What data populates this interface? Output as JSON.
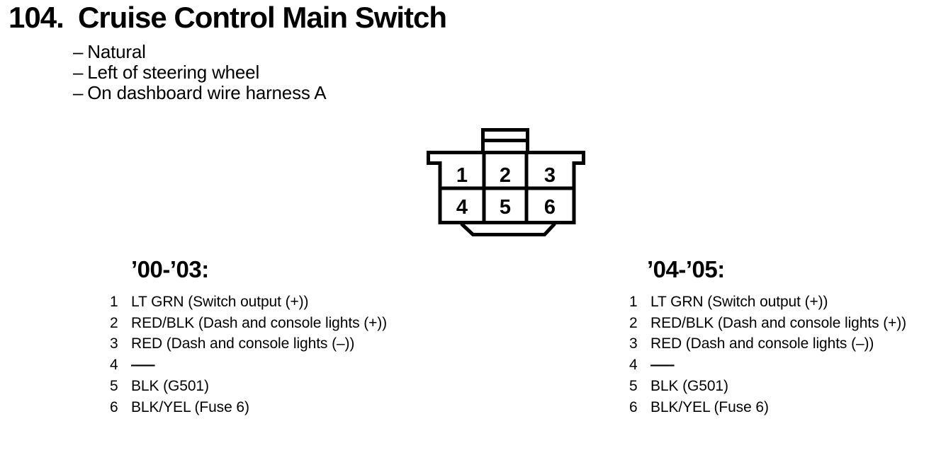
{
  "colors": {
    "ink": "#000000",
    "background": "#ffffff"
  },
  "header": {
    "number": "104.",
    "title": "Cruise Control Main Switch",
    "note_bullet": "–",
    "notes": [
      "Natural",
      "Left of steering wheel",
      "On dashboard wire harness A"
    ]
  },
  "connector": {
    "pins": [
      "1",
      "2",
      "3",
      "4",
      "5",
      "6"
    ]
  },
  "columns": [
    {
      "heading": "’00-’03:",
      "pins": [
        {
          "num": "1",
          "desc": "LT GRN (Switch output (+))"
        },
        {
          "num": "2",
          "desc": "RED/BLK (Dash and console lights (+))"
        },
        {
          "num": "3",
          "desc": "RED (Dash and console lights (–))"
        },
        {
          "num": "4",
          "desc": "—"
        },
        {
          "num": "5",
          "desc": "BLK (G501)"
        },
        {
          "num": "6",
          "desc": "BLK/YEL (Fuse 6)"
        }
      ]
    },
    {
      "heading": "’04-’05:",
      "pins": [
        {
          "num": "1",
          "desc": "LT GRN (Switch output (+))"
        },
        {
          "num": "2",
          "desc": "RED/BLK (Dash and console lights (+))"
        },
        {
          "num": "3",
          "desc": "RED (Dash and console lights (–))"
        },
        {
          "num": "4",
          "desc": "—"
        },
        {
          "num": "5",
          "desc": "BLK (G501)"
        },
        {
          "num": "6",
          "desc": "BLK/YEL (Fuse 6)"
        }
      ]
    }
  ]
}
